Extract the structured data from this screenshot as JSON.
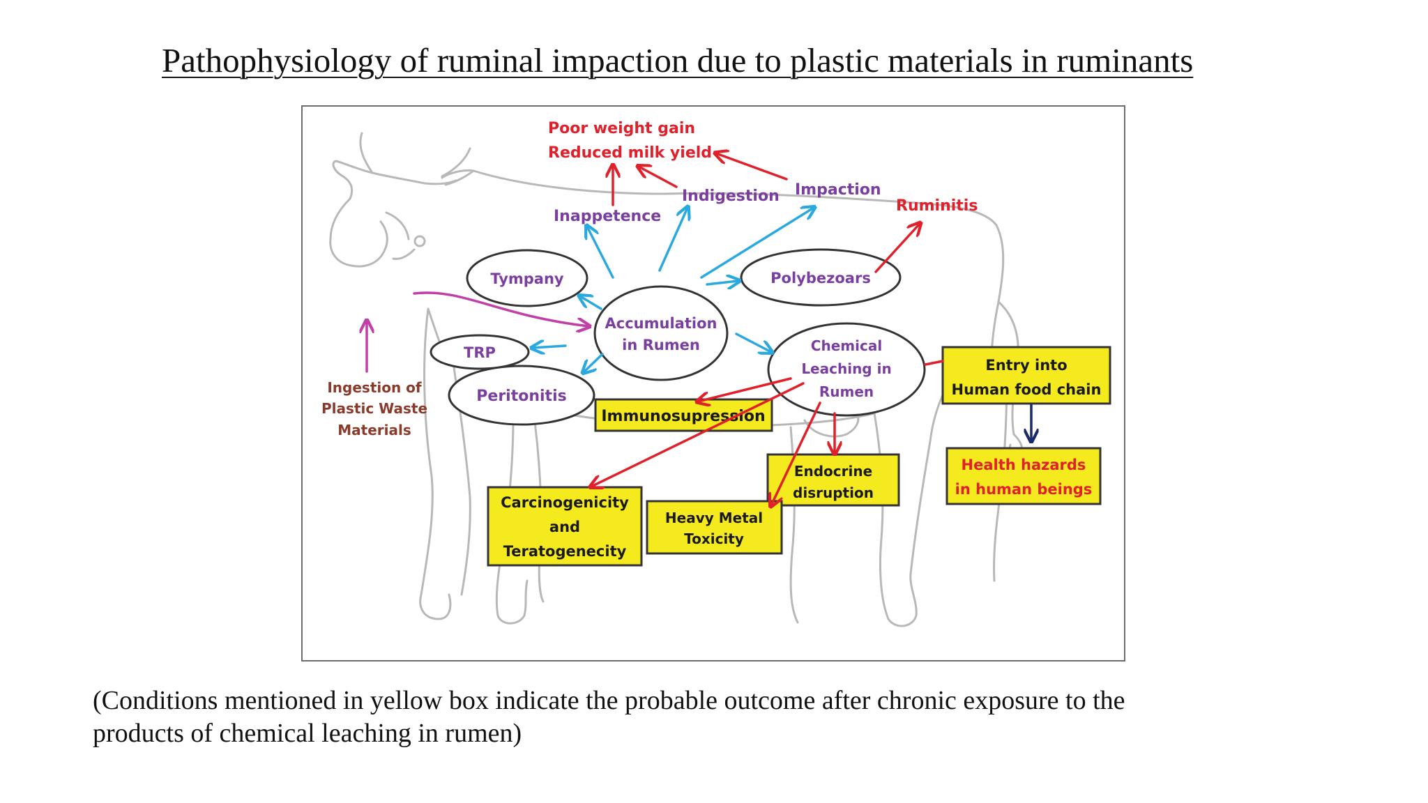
{
  "slide": {
    "title": "Pathophysiology of ruminal impaction due to plastic materials in ruminants",
    "caption_line1": "(Conditions mentioned in yellow box indicate the probable outcome after chronic exposure to the",
    "caption_line2": "products of chemical leaching in rumen)"
  },
  "diagram": {
    "effects": {
      "poor_weight_gain": "Poor weight gain",
      "reduced_milk_yield": "Reduced milk yield",
      "inappetence": "Inappetence",
      "indigestion": "Indigestion",
      "impaction": "Impaction",
      "ruminitis": "Ruminitis"
    },
    "ellipses": {
      "tympany": "Tympany",
      "polybezoars": "Polybezoars",
      "accumulation_line1": "Accumulation",
      "accumulation_line2": "in Rumen",
      "trp": "TRP",
      "peritonitis": "Peritonitis",
      "chemical_line1": "Chemical",
      "chemical_line2": "Leaching in",
      "chemical_line3": "Rumen"
    },
    "ingestion": {
      "line1": "Ingestion of",
      "line2": "Plastic Waste",
      "line3": "Materials"
    },
    "yellow_boxes": {
      "immunosupression": "Immunosupression",
      "endocrine_line1": "Endocrine",
      "endocrine_line2": "disruption",
      "carcino_line1": "Carcinogenicity",
      "carcino_line2": "and",
      "carcino_line3": "Teratogenecity",
      "heavy_metal_line1": "Heavy Metal",
      "heavy_metal_line2": "Toxicity",
      "entry_line1": "Entry into",
      "entry_line2": "Human food chain",
      "hazards_line1": "Health hazards",
      "hazards_line2": "in human beings"
    },
    "colors": {
      "red_text": "#e0202a",
      "purple_text": "#7a3ea0",
      "brown_text": "#8a3a2a",
      "blue_arrow": "#2aa8e0",
      "red_arrow": "#e0202a",
      "magenta_arrow": "#c040a8",
      "navy_arrow": "#1a2a6a",
      "yellow_box": "#f5ea1e",
      "cow_outline": "#b8b8b8"
    }
  }
}
